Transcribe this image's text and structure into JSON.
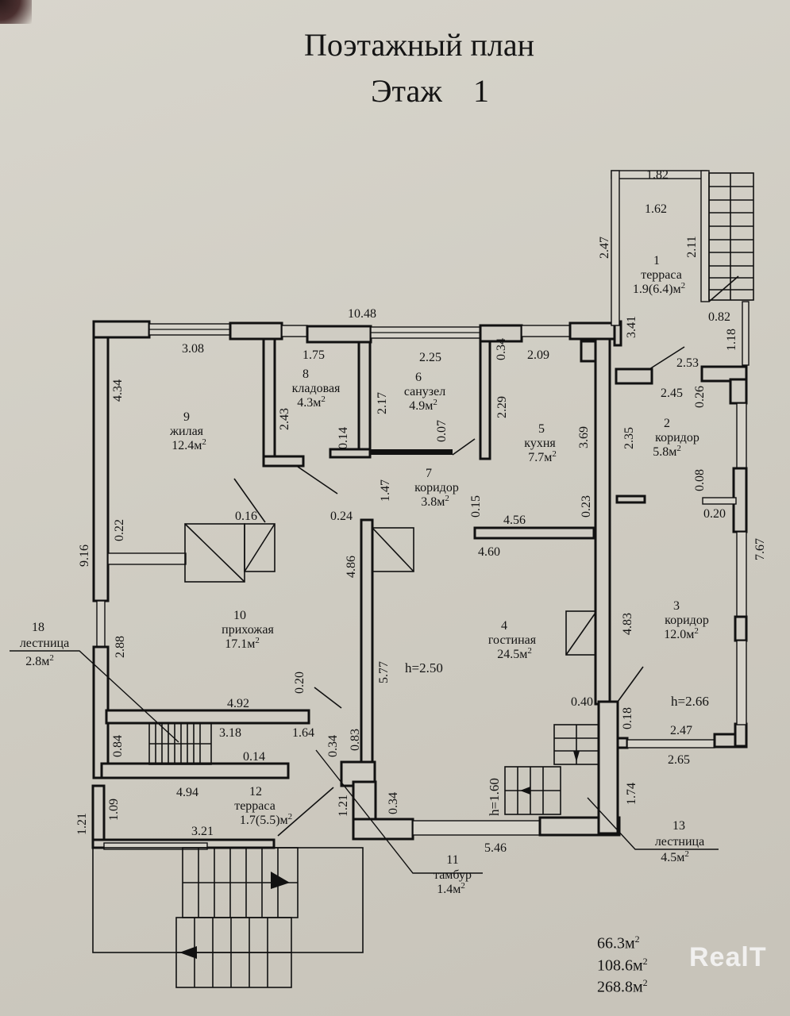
{
  "title": "Поэтажный план",
  "floor_label": "Этаж",
  "floor_number": "1",
  "rooms": [
    {
      "num": "1",
      "name": "терраса",
      "area": "1.9(6.4)м",
      "sup": "2"
    },
    {
      "num": "2",
      "name": "коридор",
      "area": "5.8м",
      "sup": "2"
    },
    {
      "num": "3",
      "name": "коридор",
      "area": "12.0м",
      "sup": "2"
    },
    {
      "num": "4",
      "name": "гостиная",
      "area": "24.5м",
      "sup": "2"
    },
    {
      "num": "5",
      "name": "кухня",
      "area": "7.7м",
      "sup": "2"
    },
    {
      "num": "6",
      "name": "санузел",
      "area": "4.9м",
      "sup": "2"
    },
    {
      "num": "7",
      "name": "коридор",
      "area": "3.8м",
      "sup": "2"
    },
    {
      "num": "8",
      "name": "кладовая",
      "area": "4.3м",
      "sup": "2"
    },
    {
      "num": "9",
      "name": "жилая",
      "area": "12.4м",
      "sup": "2"
    },
    {
      "num": "10",
      "name": "прихожая",
      "area": "17.1м",
      "sup": "2"
    },
    {
      "num": "11",
      "name": "тамбур",
      "area": "1.4м",
      "sup": "2"
    },
    {
      "num": "12",
      "name": "терраса",
      "area": "1.7(5.5)м",
      "sup": "2"
    },
    {
      "num": "13",
      "name": "лестница",
      "area": "4.5м",
      "sup": "2"
    },
    {
      "num": "18",
      "name": "лестница",
      "area": "2.8м",
      "sup": "2"
    }
  ],
  "heights": [
    "h=2.50",
    "h=2.66",
    "h=1.60"
  ],
  "dimensions": {
    "d1_82": "1.82",
    "d1_62": "1.62",
    "d2_47": "2.47",
    "d2_11": "2.11",
    "d0_82": "0.82",
    "d3_41": "3.41",
    "d1_18": "1.18",
    "d2_53": "2.53",
    "d2_45": "2.45",
    "d0_26": "0.26",
    "d2_35": "2.35",
    "d0_08": "0.08",
    "d0_20a": "0.20",
    "d7_67": "7.67",
    "d10_48": "10.48",
    "d3_08": "3.08",
    "d1_75": "1.75",
    "d2_25": "2.25",
    "d0_34a": "0.34",
    "d2_09": "2.09",
    "d4_34": "4.34",
    "d2_43": "2.43",
    "d0_14a": "0.14",
    "d2_17": "2.17",
    "d0_07": "0.07",
    "d2_29": "2.29",
    "d3_69": "3.69",
    "d1_47": "1.47",
    "d0_15": "0.15",
    "d0_23": "0.23",
    "d4_56": "4.56",
    "d4_60": "4.60",
    "d0_24": "0.24",
    "d0_16": "0.16",
    "d0_22": "0.22",
    "d9_16": "9.16",
    "d4_86": "4.86",
    "d4_83": "4.83",
    "d2_88": "2.88",
    "d5_77": "5.77",
    "d4_92": "4.92",
    "d0_20b": "0.20",
    "d3_18": "3.18",
    "d1_64": "1.64",
    "d0_34b": "0.34",
    "d0_83": "0.83",
    "d0_84": "0.84",
    "d0_14b": "0.14",
    "d0_40": "0.40",
    "d0_18": "0.18",
    "d2_47b": "2.47",
    "d2_65": "2.65",
    "d1_74": "1.74",
    "d4_94": "4.94",
    "d1_09": "1.09",
    "d1_21a": "1.21",
    "d3_21": "3.21",
    "d1_21b": "1.21",
    "d0_34c": "0.34",
    "d5_46": "5.46"
  },
  "totals": [
    {
      "value": "66.3м",
      "sup": "2"
    },
    {
      "value": "108.6м",
      "sup": "2"
    },
    {
      "value": "268.8м",
      "sup": "2"
    }
  ],
  "watermark": "RealT"
}
